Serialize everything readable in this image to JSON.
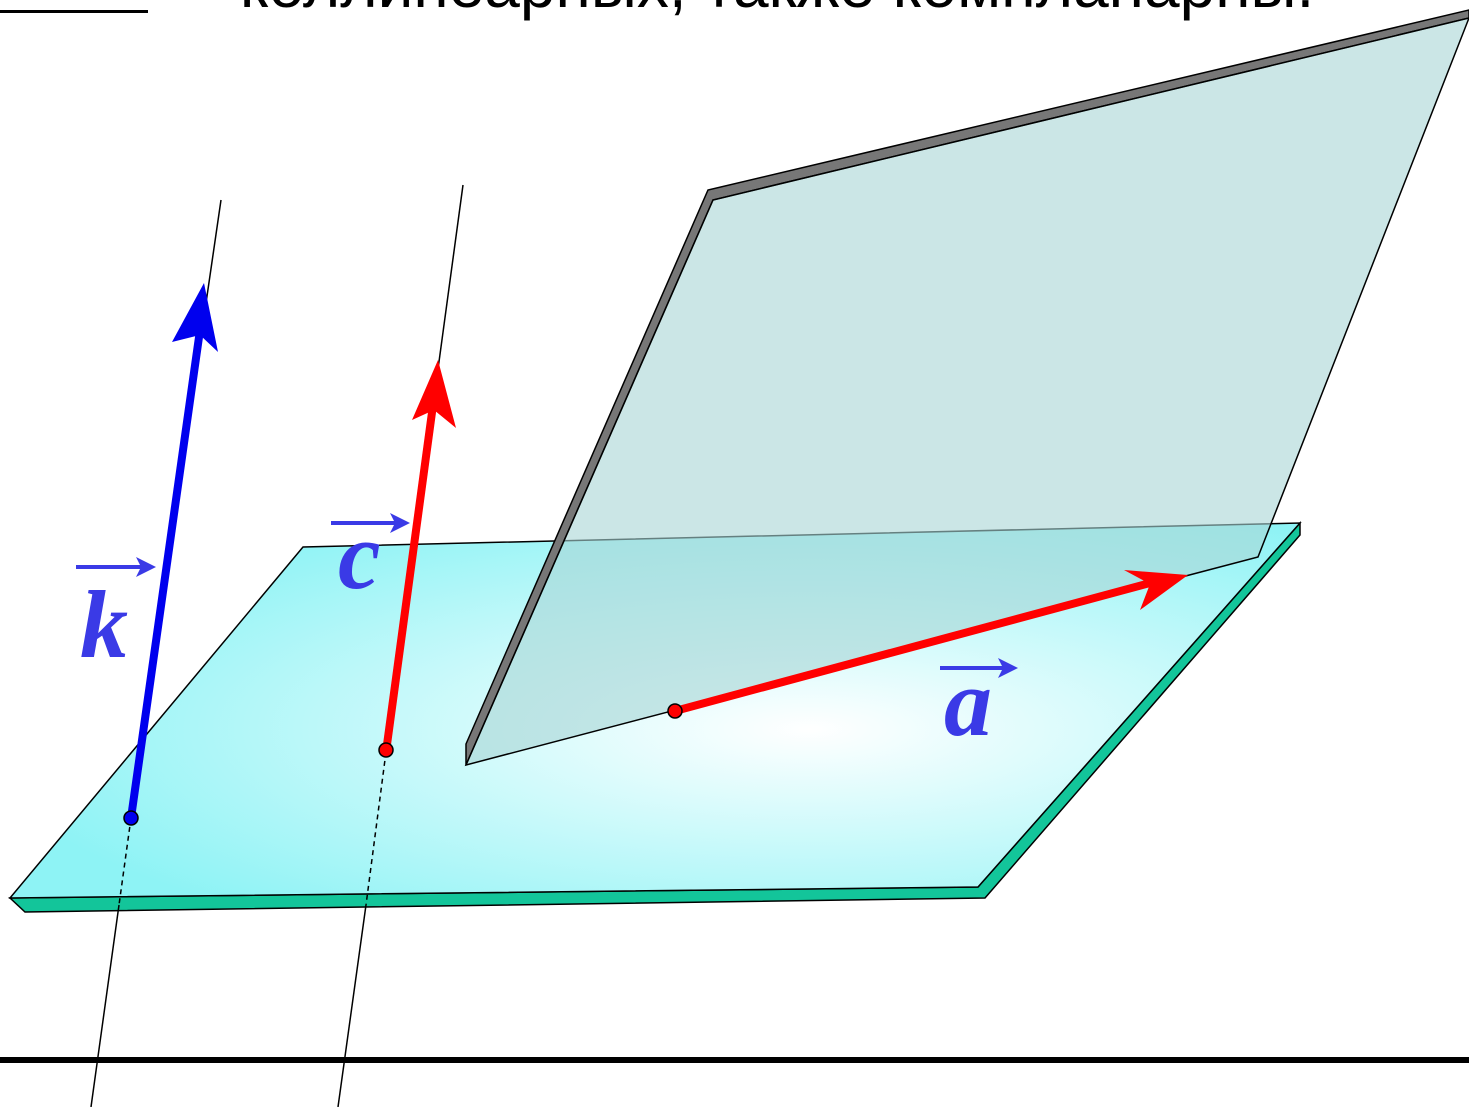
{
  "header": {
    "text": "коллинеарных, также компланарны."
  },
  "labels": {
    "k": "k",
    "c": "c",
    "a": "a"
  },
  "colors": {
    "plane_fill": "#b9f5f7",
    "plane_edge": "#13c59a",
    "vertical_plane_fill": "#a9d6d6",
    "vertical_plane_edge": "#777777",
    "vector_k": "#0000ee",
    "vector_c": "#ff0000",
    "vector_a": "#ff0000",
    "label": "#3a3ae6"
  },
  "icons": {
    "vector_arrow": "right-arrow"
  }
}
